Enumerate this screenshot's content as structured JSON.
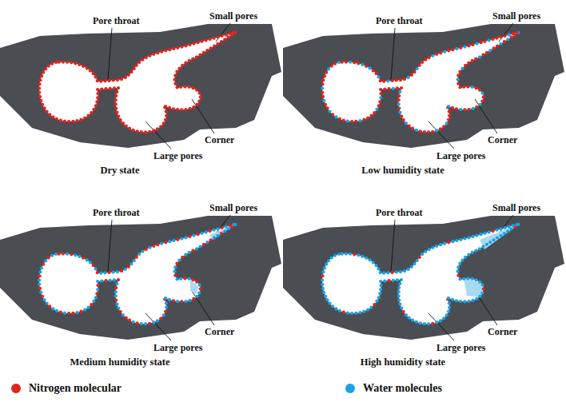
{
  "diagram": {
    "labels": [
      "Pore throat",
      "Small pores",
      "Corner",
      "Large pores",
      "Dry state",
      "Pore throat",
      "Small pores",
      "Corner",
      "Large pores",
      "Low humidity state",
      "Pore throat",
      "Small pores",
      "Corner",
      "Large pores",
      "Medium humidity state",
      "Pore throat",
      "Small pores",
      "Corner",
      "Large pores",
      "High humidity state"
    ],
    "legend": [
      {
        "text": "Nitrogen molecular",
        "color": "#e3231f"
      },
      {
        "text": "Water molecules",
        "color": "#1ba1e6"
      }
    ]
  }
}
